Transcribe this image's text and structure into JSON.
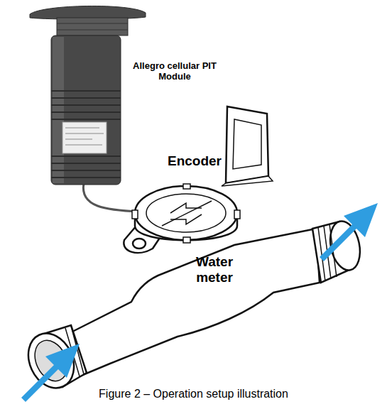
{
  "diagram": {
    "caption": "Figure 2 – Operation setup illustration",
    "labels": [
      "Allegro cellular PIT Module",
      "Encoder",
      "Water meter"
    ]
  }
}
